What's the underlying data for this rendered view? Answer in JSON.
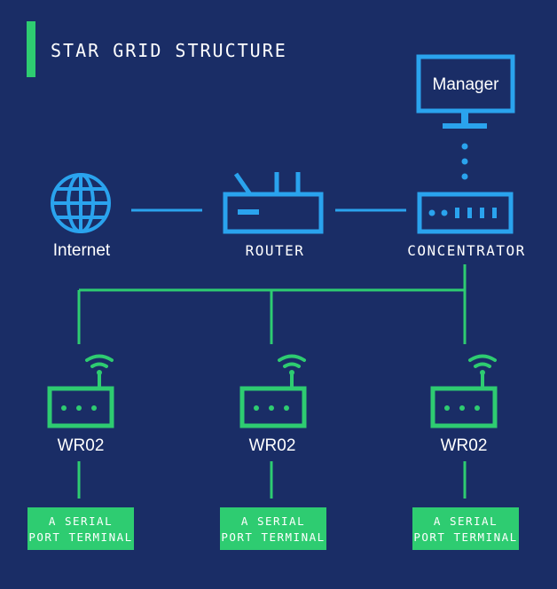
{
  "title": "STAR GRID STRUCTURE",
  "nodes": {
    "manager": {
      "label": "Manager",
      "icon": "monitor-icon"
    },
    "internet": {
      "label": "Internet",
      "icon": "globe-icon"
    },
    "router": {
      "label": "ROUTER",
      "icon": "router-icon"
    },
    "concentrator": {
      "label": "CONCENTRATOR",
      "icon": "concentrator-icon"
    }
  },
  "devices": [
    {
      "label": "WR02",
      "terminal_line1": "A SERIAL",
      "terminal_line2": "PORT TERMINAL"
    },
    {
      "label": "WR02",
      "terminal_line1": "A SERIAL",
      "terminal_line2": "PORT TERMINAL"
    },
    {
      "label": "WR02",
      "terminal_line1": "A SERIAL",
      "terminal_line2": "PORT TERMINAL"
    }
  ],
  "colors": {
    "background": "#1a2d66",
    "blue_accent": "#2aa3ee",
    "green_accent": "#2ecc71",
    "text": "#ffffff"
  }
}
